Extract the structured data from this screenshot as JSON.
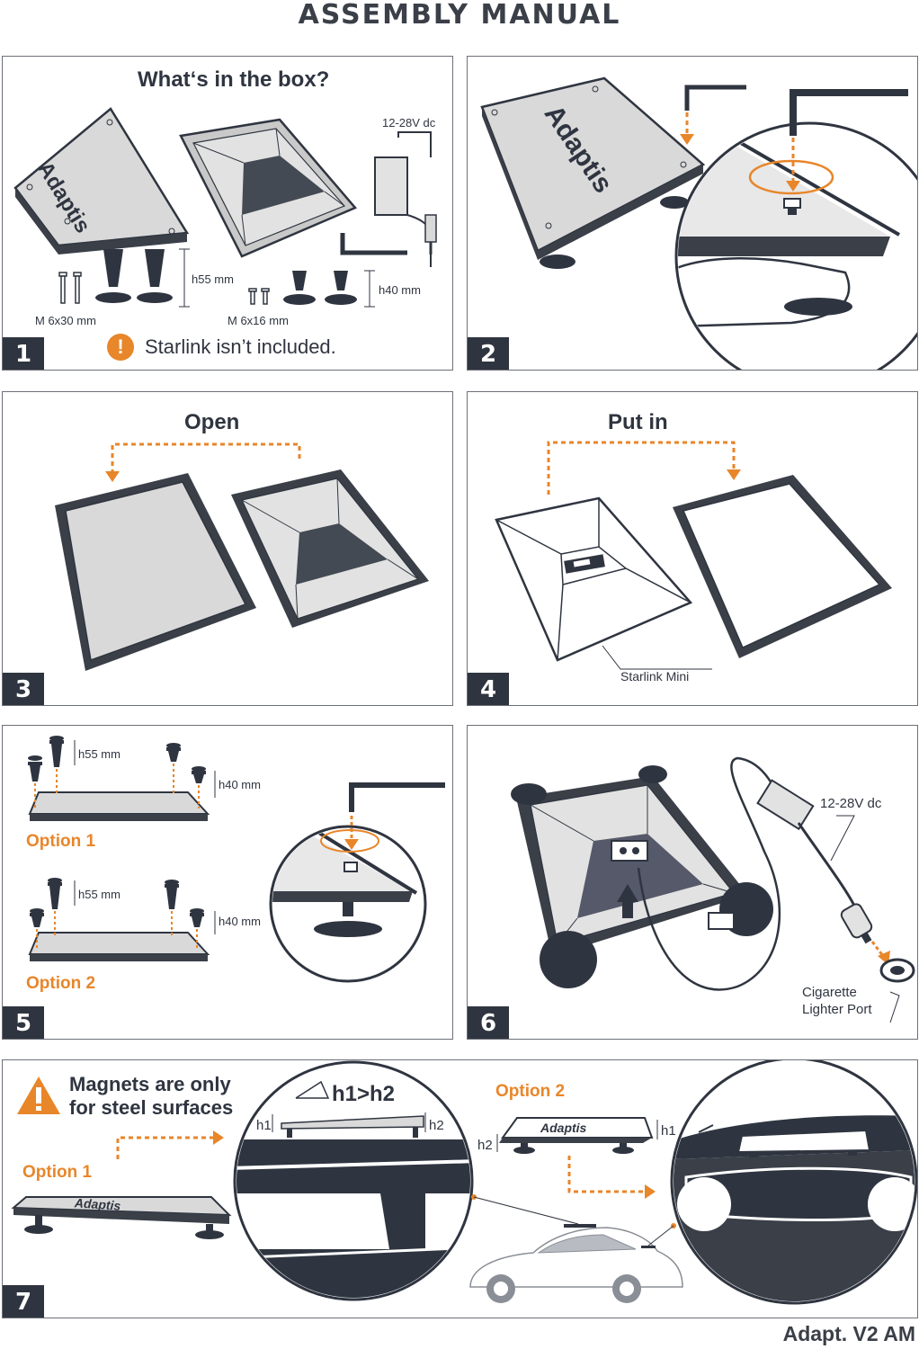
{
  "title": "ASSEMBLY MANUAL",
  "footer": "Adapt. V2 AM",
  "colors": {
    "accent": "#e8862a",
    "dark": "#2f3540",
    "panel_grey": "#d6d6d6"
  },
  "panels": {
    "p1": {
      "number": "1",
      "heading": "What‘s in the box?",
      "brand": "Adaptis",
      "voltage": "12-28V dc",
      "screw_long": "M 6x30 mm",
      "screw_short": "M 6x16 mm",
      "height_long": "h55 mm",
      "height_short": "h40 mm",
      "notice": "Starlink isn’t included.",
      "notice_icon": "warning-circle-icon"
    },
    "p2": {
      "number": "2",
      "brand": "Adaptis"
    },
    "p3": {
      "number": "3",
      "heading": "Open"
    },
    "p4": {
      "number": "4",
      "heading": "Put in",
      "device_label": "Starlink Mini"
    },
    "p5": {
      "number": "5",
      "option1": "Option 1",
      "option2": "Option 2",
      "height_long": "h55 mm",
      "height_short": "h40 mm"
    },
    "p6": {
      "number": "6",
      "voltage": "12-28V dc",
      "port_line1": "Cigarette",
      "port_line2": "Lighter Port"
    },
    "p7": {
      "number": "7",
      "warning_line1": "Magnets are only",
      "warning_line2": "for steel surfaces",
      "warning_icon": "warning-triangle-icon",
      "option1": "Option 1",
      "option2": "Option 2",
      "angle_rule": "h1>h2",
      "h1": "h1",
      "h2": "h2",
      "brand": "Adaptis"
    }
  }
}
